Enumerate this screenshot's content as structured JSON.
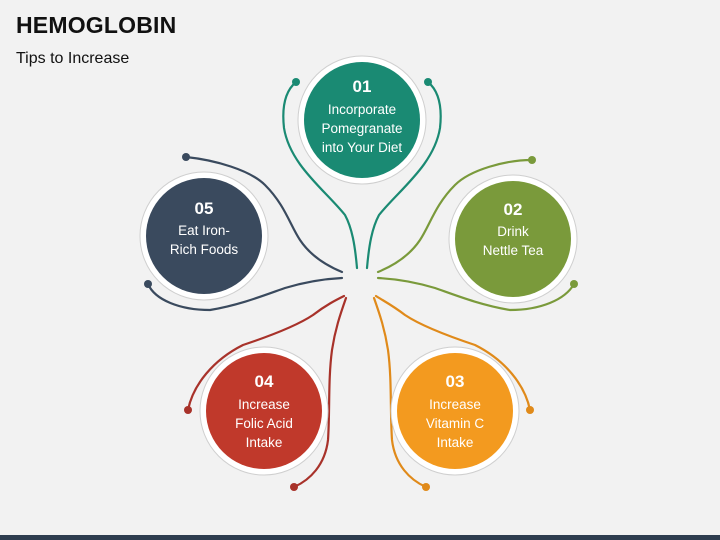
{
  "header": {
    "title": "HEMOGLOBIN",
    "subtitle": "Tips to Increase"
  },
  "colors": {
    "teal": "#1a8a73",
    "green": "#7a9a3b",
    "orange": "#f39a1f",
    "red": "#c0392b",
    "slate": "#3a4a5e",
    "teal_line": "#1a8a73",
    "green_line": "#7a9a3b",
    "orange_line": "#e08a1a",
    "red_line": "#a8322a",
    "slate_line": "#3a4a5e"
  },
  "steps": [
    {
      "number": "01",
      "lines": [
        "Incorporate",
        "Pomegranate",
        "into Your Diet"
      ],
      "color": "teal"
    },
    {
      "number": "02",
      "lines": [
        "Drink",
        "Nettle Tea"
      ],
      "color": "green"
    },
    {
      "number": "03",
      "lines": [
        "Increase",
        "Vitamin C",
        "Intake"
      ],
      "color": "orange"
    },
    {
      "number": "04",
      "lines": [
        "Increase",
        "Folic Acid",
        "Intake"
      ],
      "color": "red"
    },
    {
      "number": "05",
      "lines": [
        "Eat Iron-",
        "Rich Foods"
      ],
      "color": "slate"
    }
  ]
}
